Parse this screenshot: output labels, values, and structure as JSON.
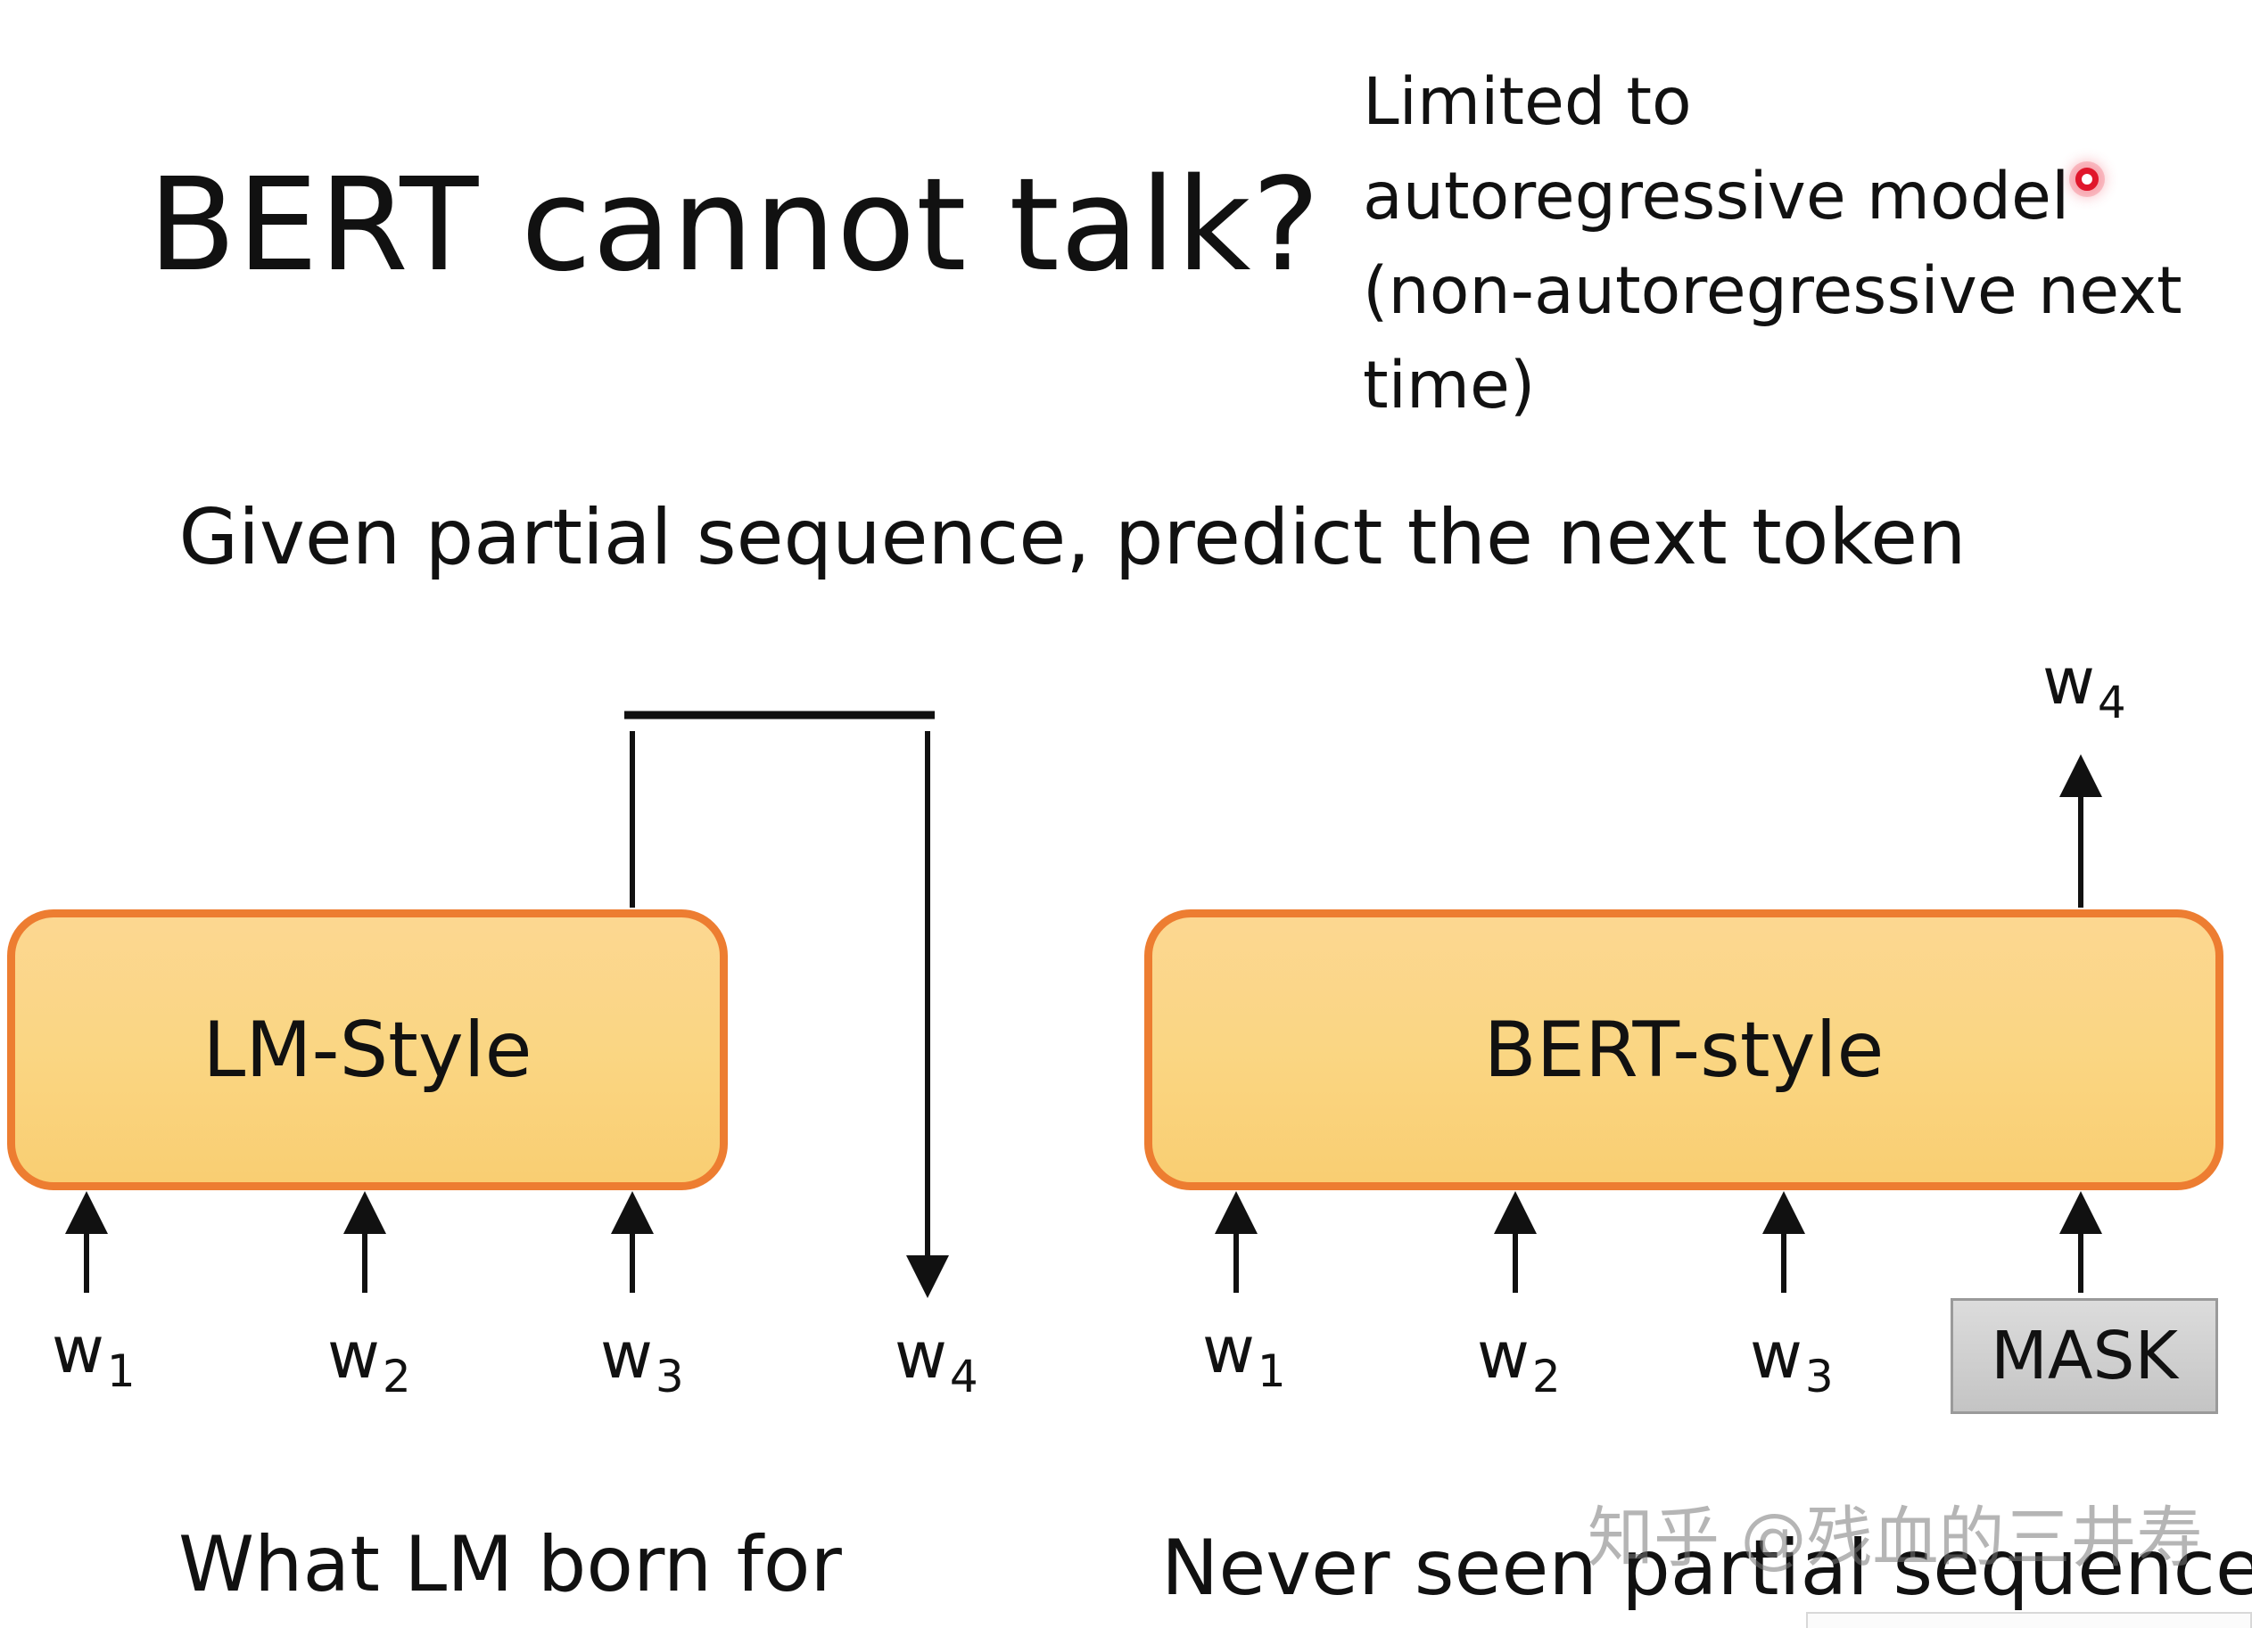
{
  "title": "BERT cannot talk?",
  "note": {
    "lines": [
      "Limited to",
      "autoregressive model",
      "(non-autoregressive next",
      "time)"
    ]
  },
  "subtitle": "Given partial sequence, predict the next token",
  "lm": {
    "box_label": "LM-Style",
    "inputs": [
      {
        "base": "w",
        "sub": "1"
      },
      {
        "base": "w",
        "sub": "2"
      },
      {
        "base": "w",
        "sub": "3"
      }
    ],
    "output": {
      "base": "w",
      "sub": "4"
    },
    "caption": "What LM born for"
  },
  "bert": {
    "box_label": "BERT-style",
    "inputs": [
      {
        "base": "w",
        "sub": "1"
      },
      {
        "base": "w",
        "sub": "2"
      },
      {
        "base": "w",
        "sub": "3"
      }
    ],
    "mask_label": "MASK",
    "output": {
      "base": "w",
      "sub": "4"
    },
    "caption": "Never seen partial sequence"
  },
  "watermark": "知乎 @残血的三井寿",
  "colors": {
    "box_border": "#ed7d31",
    "box_fill": "#fad683",
    "mask_fill": "#d0d0d0",
    "pointer": "#e0162b"
  }
}
